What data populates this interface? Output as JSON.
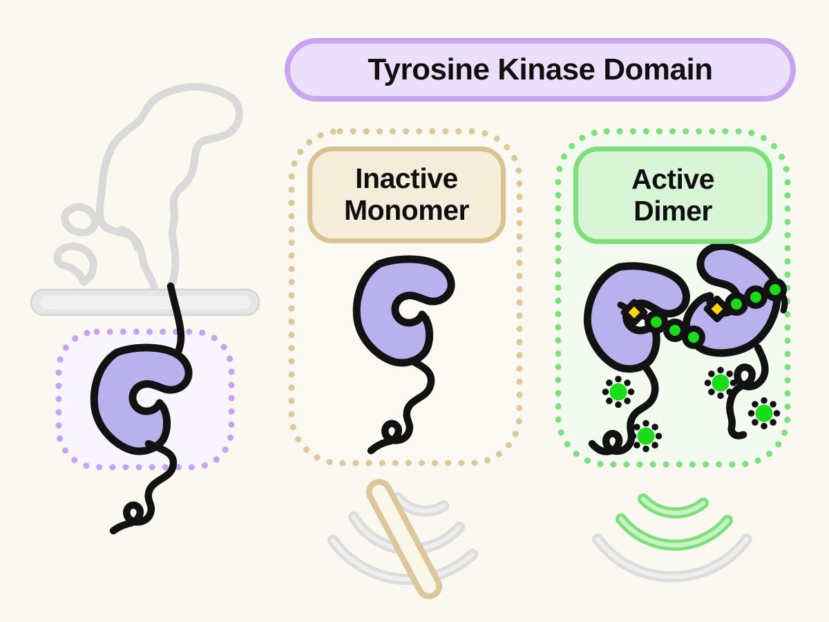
{
  "title": {
    "label": "Tyrosine Kinase Domain"
  },
  "labels": {
    "inactive": {
      "line1": "Inactive",
      "line2": "Monomer"
    },
    "active": {
      "line1": "Active",
      "line2": "Dimer"
    }
  },
  "icons": {
    "receptor": "receptor-protein-outline-icon",
    "membrane": "cell-membrane-icon",
    "kinase": "kinase-domain-icon",
    "tail": "squiggle-tail-icon",
    "atp": "atp-diamond-icon",
    "phosphate_chain": "phosphotyrosine-chain-icon",
    "phosphate_burst": "phosphate-burst-icon",
    "no_signal": "blocked-signal-icon",
    "signal": "signal-waves-icon"
  },
  "colors": {
    "background": "#faf8f1",
    "ink": "#121212",
    "text": "#101010",
    "kinase-fill": "#b8b1ee",
    "receptor-outline": "#d9d9d9",
    "membrane-fill": "#e6e6e6",
    "membrane-edge": "#d4d4d4",
    "membrane-inner": "#f1f1f1",
    "title-pill-fill": "#ecdffb",
    "title-pill-border": "#c7a5ef",
    "left-box-fill": "#f8f5fe",
    "left-box-dots": "#c6a2f1",
    "inactive-box-fill": "#fbf9f2",
    "inactive-dots": "#ddc89c",
    "inactive-pill-fill": "#f3edda",
    "inactive-pill-border": "#d9c291",
    "active-box-fill": "#f3faf0",
    "active-dots": "#7de07d",
    "active-pill-fill": "#d8f5d6",
    "active-pill-border": "#7de07d",
    "signal-gray": "#dcdcdc",
    "signal-gray-inner": "#efefef",
    "signal-green": "#7ce07c",
    "signal-green-inner": "#c9f2c5",
    "slash-border": "#dcc69b",
    "slash-fill": "#faf6ea",
    "phosphate-green": "#1bdc1b",
    "atp-yellow": "#ffd60f"
  }
}
